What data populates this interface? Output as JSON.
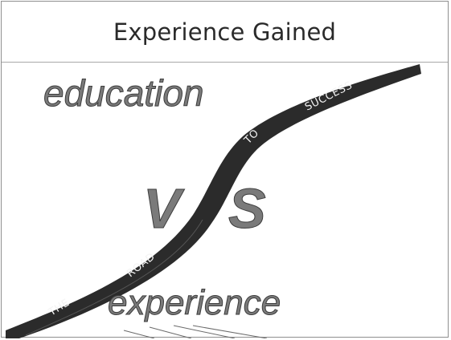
{
  "header": {
    "title": "Experience Gained"
  },
  "image": {
    "word_top": "education",
    "word_middle_v": "V",
    "word_middle_s": "S",
    "word_bottom": "experience",
    "road_words": {
      "the": "THE",
      "road": "ROAD",
      "to": "TO",
      "success": "SUCCESS"
    }
  },
  "colors": {
    "road": "#2b2b2b",
    "word_fill": "#7a7a7a",
    "frame_border": "#8f8f8f"
  }
}
